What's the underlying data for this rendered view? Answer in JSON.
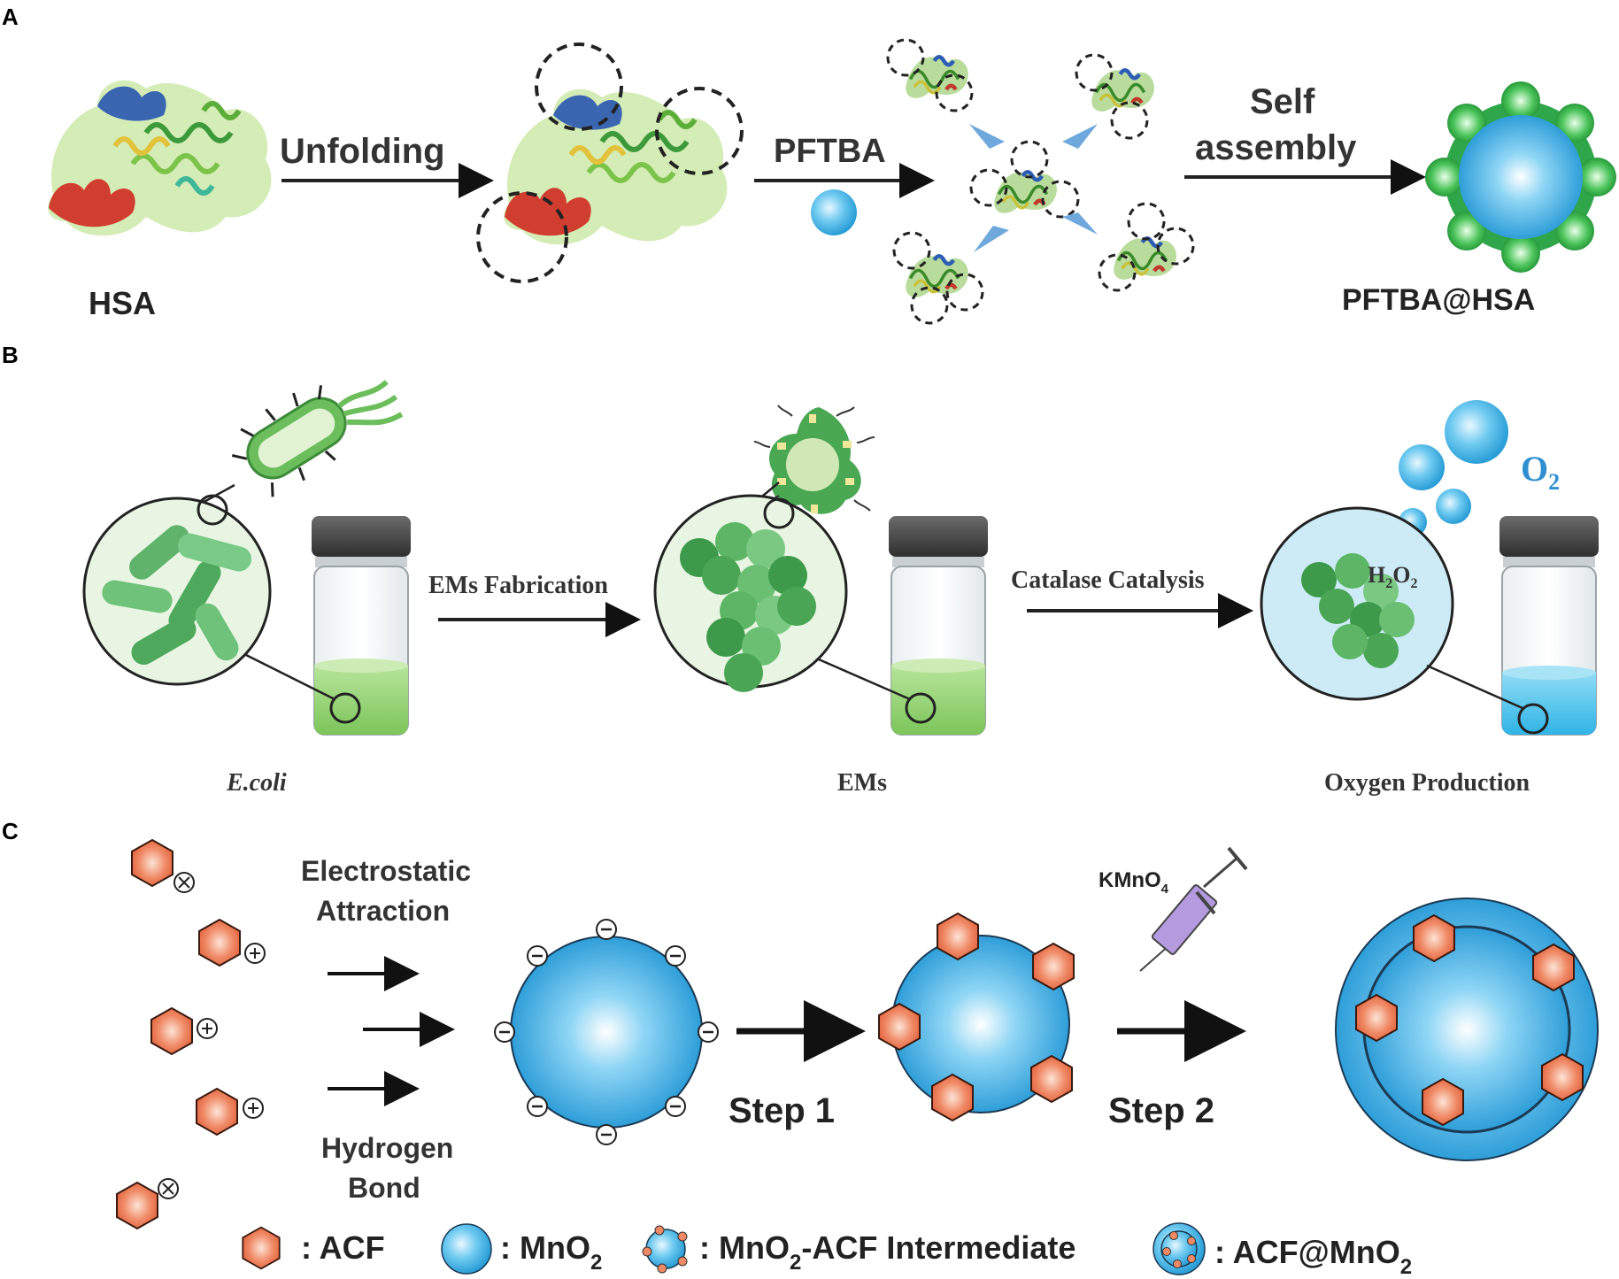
{
  "panels": {
    "a": {
      "letter": "A",
      "hsa": "HSA",
      "unfolding": "Unfolding",
      "pftba": "PFTBA",
      "self": "Self",
      "assembly": "assembly",
      "product": "PFTBA@HSA"
    },
    "b": {
      "letter": "B",
      "ecoli": "E.coli",
      "fabrication": "EMs Fabrication",
      "ems": "EMs",
      "catalysis": "Catalase Catalysis",
      "h2o2": "H",
      "h2o2_sub1": "2",
      "h2o2_o": "O",
      "h2o2_sub2": "2",
      "o2": "O",
      "o2_sub": "2",
      "oxygen": "Oxygen Production"
    },
    "c": {
      "letter": "C",
      "electrostatic": "Electrostatic",
      "attraction": "Attraction",
      "hydrogen": "Hydrogen",
      "bond": "Bond",
      "step1": "Step 1",
      "step2": "Step 2",
      "kmno": "KMnO",
      "kmno_sub": "4",
      "legend": {
        "acf": ": ACF",
        "mno2_pre": ": MnO",
        "mno2_sub": "2",
        "inter_pre": ": MnO",
        "inter_sub": "2",
        "inter_post": "-ACF Intermediate",
        "acfmno_pre": ": ACF@MnO",
        "acfmno_sub": "2"
      }
    }
  },
  "colors": {
    "hexagon": "#e8724f",
    "sphere_blue": "#29a3de",
    "bacteria_green": "#5fb36b",
    "liquid_green": "#8fd070",
    "liquid_blue": "#45c2ec",
    "syringe_purple": "#a98bd6",
    "arrow_blue": "#6fa8dc"
  }
}
